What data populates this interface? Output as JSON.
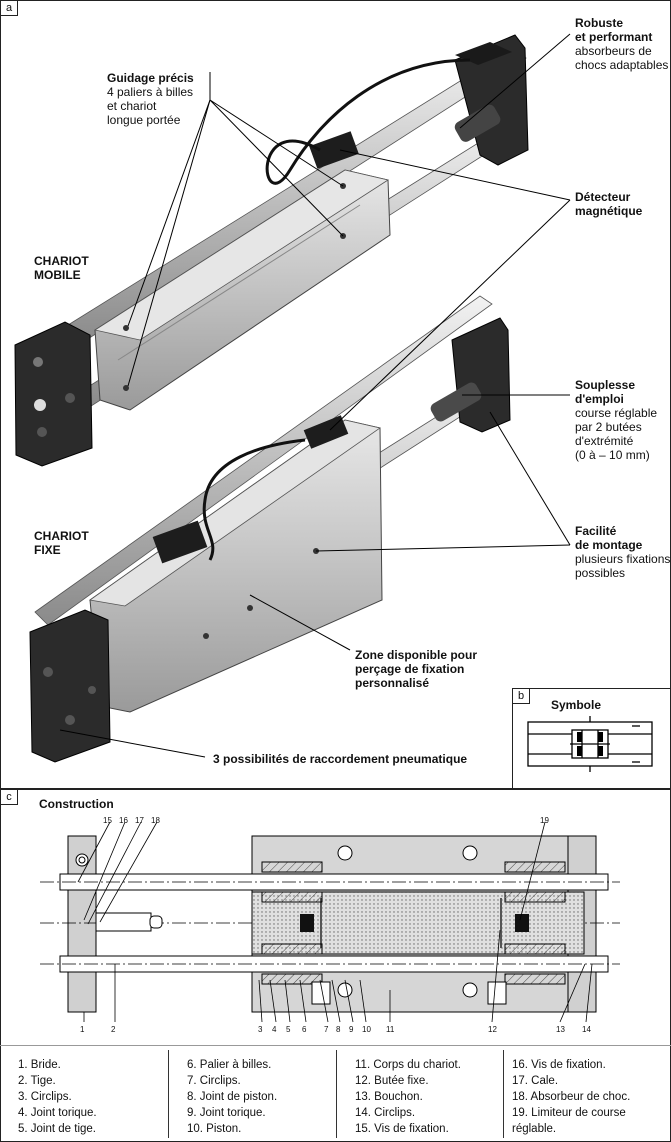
{
  "panel_a": {
    "tag": "a",
    "callouts": {
      "guidage": {
        "title": "Guidage précis",
        "lines": [
          "4 paliers à billes",
          "et chariot",
          "longue portée"
        ]
      },
      "robuste": {
        "title1": "Robuste",
        "title2": "et performant",
        "lines": [
          "absorbeurs de",
          "chocs adaptables"
        ]
      },
      "detecteur": {
        "title1": "Détecteur",
        "title2": "magnétique"
      },
      "souplesse": {
        "title1": "Souplesse",
        "title2": "d'emploi",
        "lines": [
          "course réglable",
          "par 2 butées",
          "d'extrémité",
          "(0 à – 10 mm)"
        ]
      },
      "facilite": {
        "title1": "Facilité",
        "title2": "de montage",
        "lines": [
          "plusieurs fixations",
          "possibles"
        ]
      },
      "zone": {
        "lines": [
          "Zone disponible pour",
          "perçage de fixation",
          "personnalisé"
        ]
      },
      "raccordement": {
        "title": "3 possibilités de raccordement pneumatique"
      }
    },
    "chariot_mobile": [
      "CHARIOT",
      "MOBILE"
    ],
    "chariot_fixe": [
      "CHARIOT",
      "FIXE"
    ]
  },
  "panel_b": {
    "tag": "b",
    "title": "Symbole"
  },
  "panel_c": {
    "tag": "c",
    "title": "Construction"
  },
  "legend": {
    "col1": [
      "1. Bride.",
      "2. Tige.",
      "3. Circlips.",
      "4. Joint torique.",
      "5. Joint de tige."
    ],
    "col2": [
      "6. Palier à billes.",
      "7. Circlips.",
      "8. Joint de piston.",
      "9. Joint torique.",
      "10. Piston."
    ],
    "col3": [
      "11. Corps du chariot.",
      "12. Butée fixe.",
      "13. Bouchon.",
      "14. Circlips.",
      "15. Vis de fixation."
    ],
    "col4": [
      "16. Vis de fixation.",
      "17. Cale.",
      "18. Absorbeur de choc.",
      "19. Limiteur de course",
      "réglable."
    ]
  },
  "part_numbers": {
    "top": [
      "15",
      "16",
      "17",
      "18"
    ],
    "right_top": "19",
    "bottom": [
      "1",
      "2",
      "3",
      "4",
      "5",
      "6",
      "7",
      "8",
      "9",
      "10",
      "11",
      "12",
      "13",
      "14"
    ]
  },
  "colors": {
    "metal": "#c9c9c9",
    "dark": "#2a2a2a",
    "line": "#222222"
  }
}
